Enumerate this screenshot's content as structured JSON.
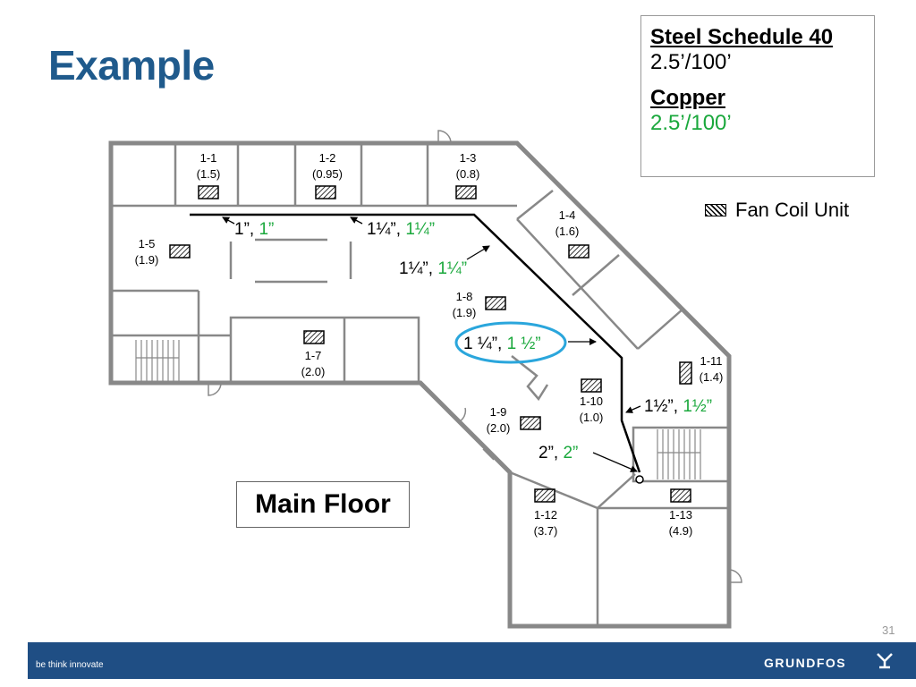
{
  "slide": {
    "title": "Example",
    "page_number": "31",
    "footer_tagline": "be think innovate",
    "brand": "GRUNDFOS"
  },
  "legend": {
    "steel_heading": "Steel Schedule 40",
    "steel_value": "2.5’/100’",
    "copper_heading": "Copper",
    "copper_value": "2.5’/100’",
    "fan_coil_label": "Fan Coil Unit",
    "copper_color": "#1aa83c"
  },
  "floor_label": "Main Floor",
  "rooms": [
    {
      "id": "1-1",
      "load": "(1.5)"
    },
    {
      "id": "1-2",
      "load": "(0.95)"
    },
    {
      "id": "1-3",
      "load": "(0.8)"
    },
    {
      "id": "1-4",
      "load": "(1.6)"
    },
    {
      "id": "1-5",
      "load": "(1.9)"
    },
    {
      "id": "1-7",
      "load": "(2.0)"
    },
    {
      "id": "1-8",
      "load": "(1.9)"
    },
    {
      "id": "1-9",
      "load": "(2.0)"
    },
    {
      "id": "1-10",
      "load": "(1.0)"
    },
    {
      "id": "1-11",
      "load": "(1.4)"
    },
    {
      "id": "1-12",
      "load": "(3.7)"
    },
    {
      "id": "1-13",
      "load": "(4.9)"
    }
  ],
  "pipe_sizes": [
    {
      "steel": "1”,",
      "copper": "1”"
    },
    {
      "steel": "1¼”,",
      "copper": "1¼”"
    },
    {
      "steel": "1¼”,",
      "copper": "1¼”"
    },
    {
      "steel": "1 ¼”,",
      "copper": "1 ½”"
    },
    {
      "steel": "1½”,",
      "copper": "1½”"
    },
    {
      "steel": "2”,",
      "copper": "2”"
    }
  ]
}
